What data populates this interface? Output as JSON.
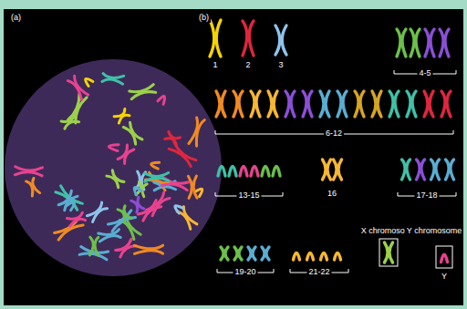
{
  "diagram": {
    "labels": [
      "(a)",
      "(b)",
      "1",
      "2",
      "3",
      "4-5",
      "6-12",
      "13-15",
      "16",
      "17-18",
      "19-20",
      "21-22",
      "X chromosome",
      "Y chromosome",
      "Y"
    ]
  }
}
